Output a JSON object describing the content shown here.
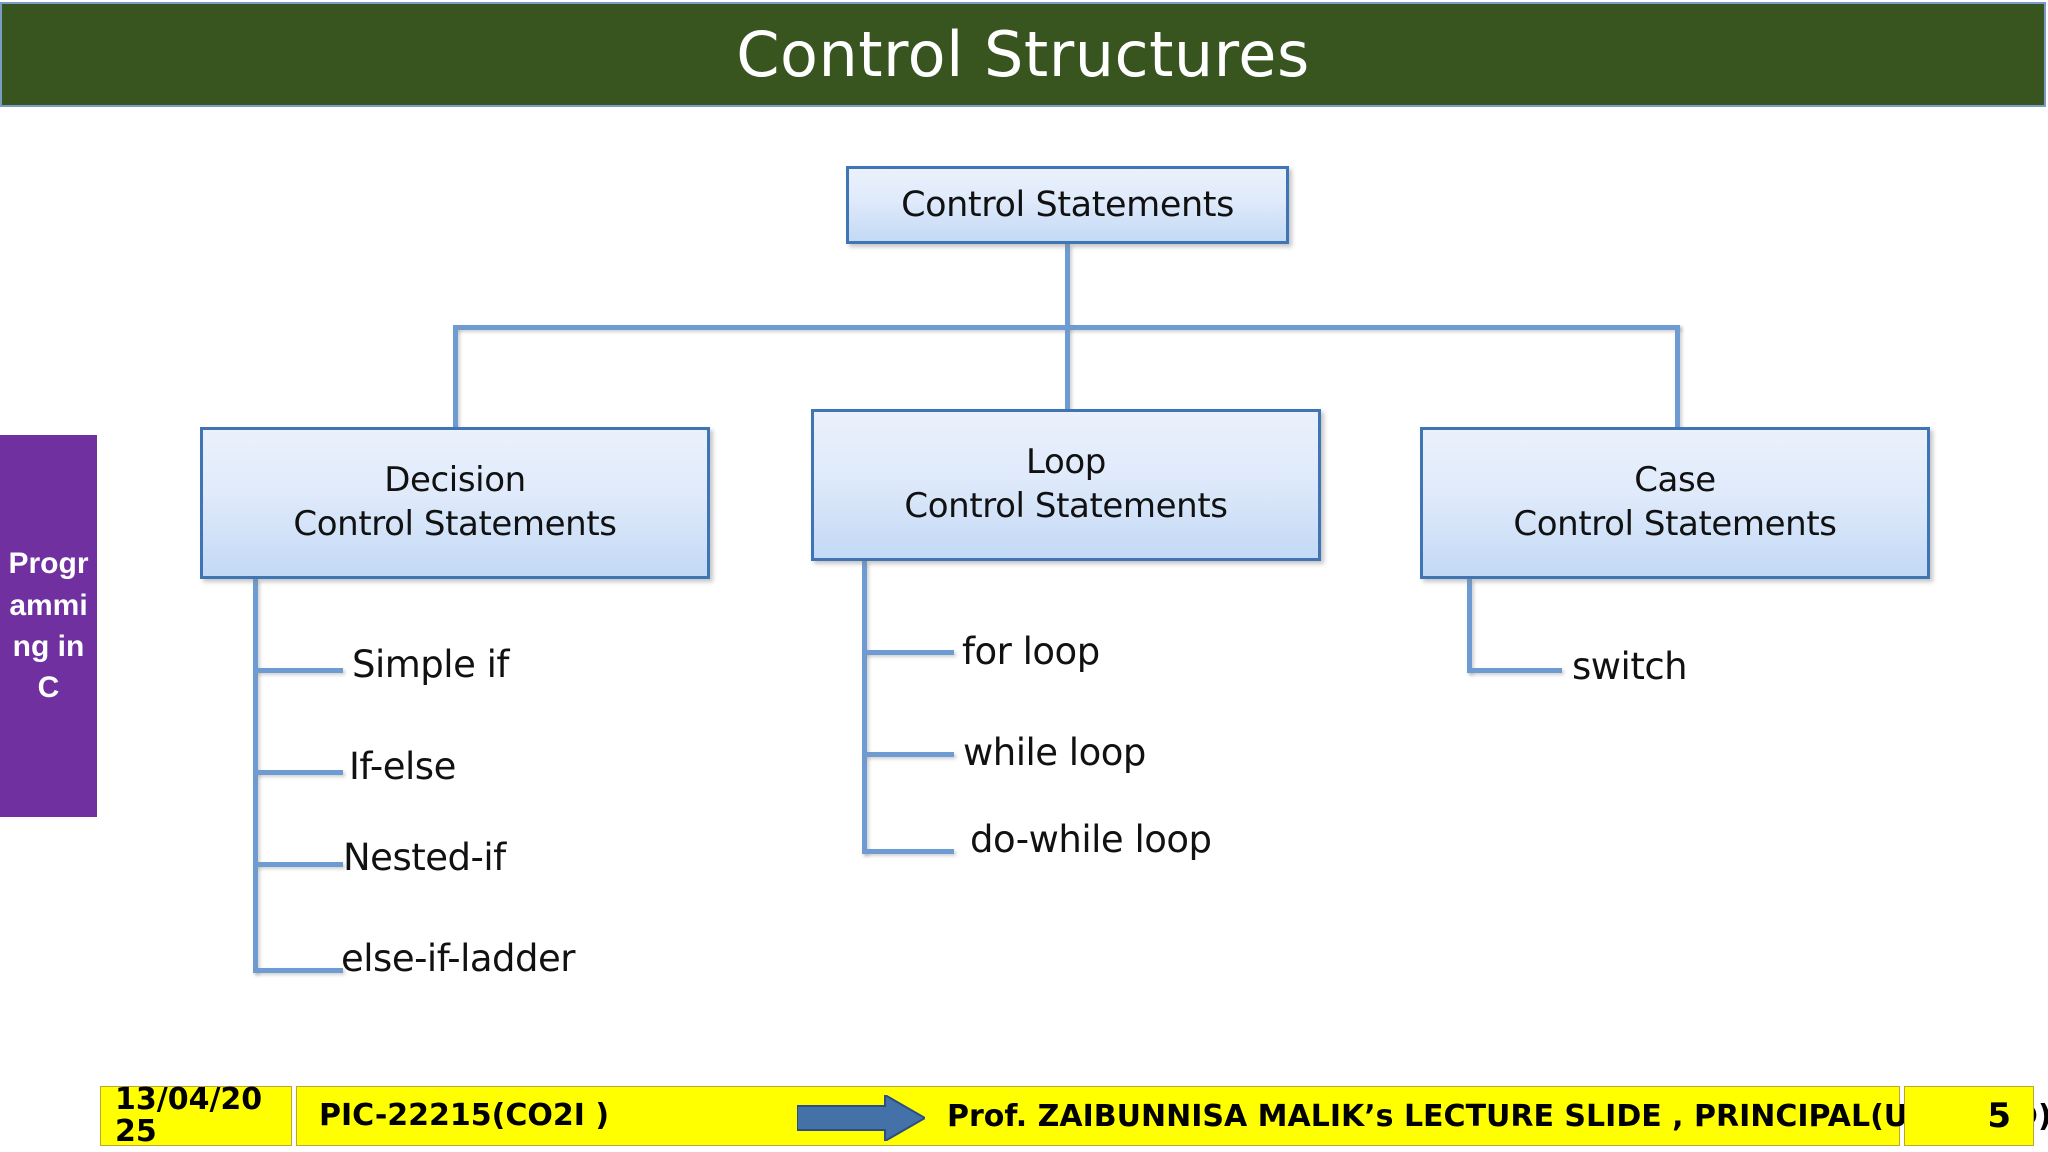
{
  "slide": {
    "title": "Control Structures",
    "side_tab_label": "Programming in C",
    "accent_green": "#38541f",
    "accent_purple": "#7030a0",
    "node_border": "#3f74b5",
    "connector": "#6e9bd2",
    "footer_yellow": "#ffff00",
    "arrow_blue": "#4472a8"
  },
  "chart_data": {
    "type": "diagram",
    "title": "Control Structures",
    "root": "Control Statements",
    "branches": [
      {
        "line1": "Decision",
        "line2": "Control Statements",
        "children": [
          "Simple if",
          "If-else",
          "Nested-if",
          "else-if-ladder"
        ]
      },
      {
        "line1": "Loop",
        "line2": "Control Statements",
        "children": [
          "for loop",
          "while loop",
          "do-while loop"
        ]
      },
      {
        "line1": "Case",
        "line2": "Control Statements",
        "children": [
          "switch"
        ]
      }
    ]
  },
  "footer": {
    "date": "13/04/2025",
    "course_code": "PIC-22215(CO2I )",
    "author": "Prof. ZAIBUNNISA MALIK’s LECTURE SLIDE , PRINCIPAL(UNAIDED), MHSSP",
    "page_number": "5",
    "arrow_icon": "right-arrow-icon"
  }
}
